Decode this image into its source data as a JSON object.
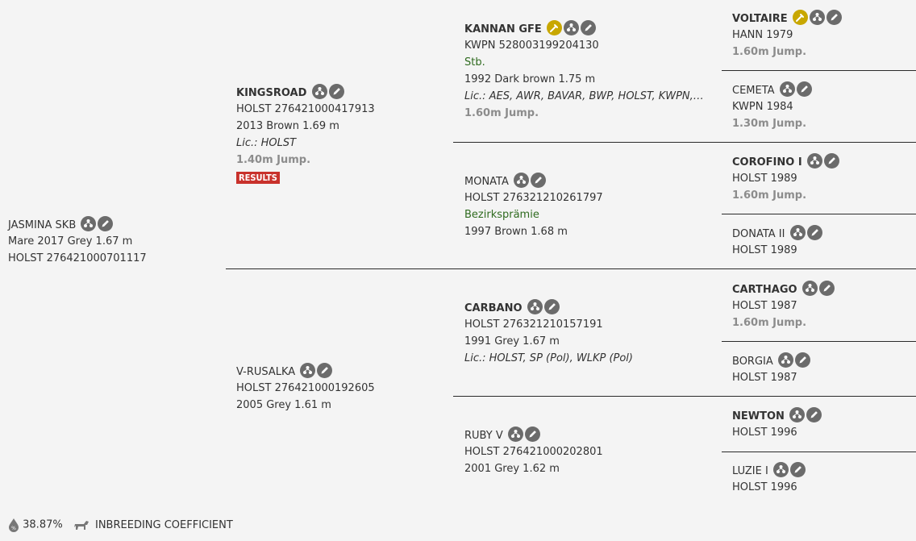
{
  "subject": {
    "name": "JASMINA SKB",
    "line2": "Mare 2017 Grey 1.67 m",
    "line3": "HOLST 276421000701117"
  },
  "sire": {
    "name": "KINGSROAD",
    "line2": "HOLST 276421000417913",
    "line3": "2013 Brown 1.69 m",
    "lic": "Lic.: HOLST",
    "sport": "1.40m Jump.",
    "badge": "RESULTS"
  },
  "dam": {
    "name": "V-RUSALKA",
    "line2": "HOLST 276421000192605",
    "line3": "2005 Grey 1.61 m"
  },
  "sire_sire": {
    "name": "KANNAN GFE",
    "line2": "KWPN 528003199204130",
    "award": "Stb.",
    "line3": "1992 Dark brown 1.75 m",
    "lic": "Lic.: AES, AWR, BAVAR, BWP, HOLST, KWPN, OLD...",
    "sport": "1.60m Jump."
  },
  "sire_dam": {
    "name": "MONATA",
    "line2": "HOLST 276321210261797",
    "award": "Bezirksprämie",
    "line3": "1997 Brown 1.68 m"
  },
  "dam_sire": {
    "name": "CARBANO",
    "line2": "HOLST 276321210157191",
    "line3": "1991 Grey 1.67 m",
    "lic": "Lic.: HOLST, SP (Pol), WLKP (Pol)"
  },
  "dam_dam": {
    "name": "RUBY V",
    "line2": "HOLST 276421000202801",
    "line3": "2001 Grey 1.62 m"
  },
  "gen3": [
    {
      "name": "VOLTAIRE",
      "line2": "HANN 1979",
      "sport": "1.60m Jump."
    },
    {
      "name": "CEMETA",
      "line2": "KWPN 1984",
      "sport": "1.30m Jump."
    },
    {
      "name": "COROFINO I",
      "line2": "HOLST 1989",
      "sport": "1.60m Jump."
    },
    {
      "name": "DONATA II",
      "line2": "HOLST 1989"
    },
    {
      "name": "CARTHAGO",
      "line2": "HOLST 1987",
      "sport": "1.60m Jump."
    },
    {
      "name": "BORGIA",
      "line2": "HOLST 1987"
    },
    {
      "name": "NEWTON",
      "line2": "HOLST 1996"
    },
    {
      "name": "LUZIE I",
      "line2": "HOLST 1996"
    }
  ],
  "footer": {
    "value": "38.87%",
    "label": "INBREEDING COEFFICIENT"
  },
  "colors": {
    "award_green": "#2f6b1f",
    "sport_grey": "#8c8c8c",
    "badge_red": "#c8312b",
    "licence_gold": "#c8a700"
  },
  "icons": [
    "pedigree-icon",
    "edit-icon",
    "licence-icon",
    "percent-drop-icon",
    "horse-icon"
  ]
}
